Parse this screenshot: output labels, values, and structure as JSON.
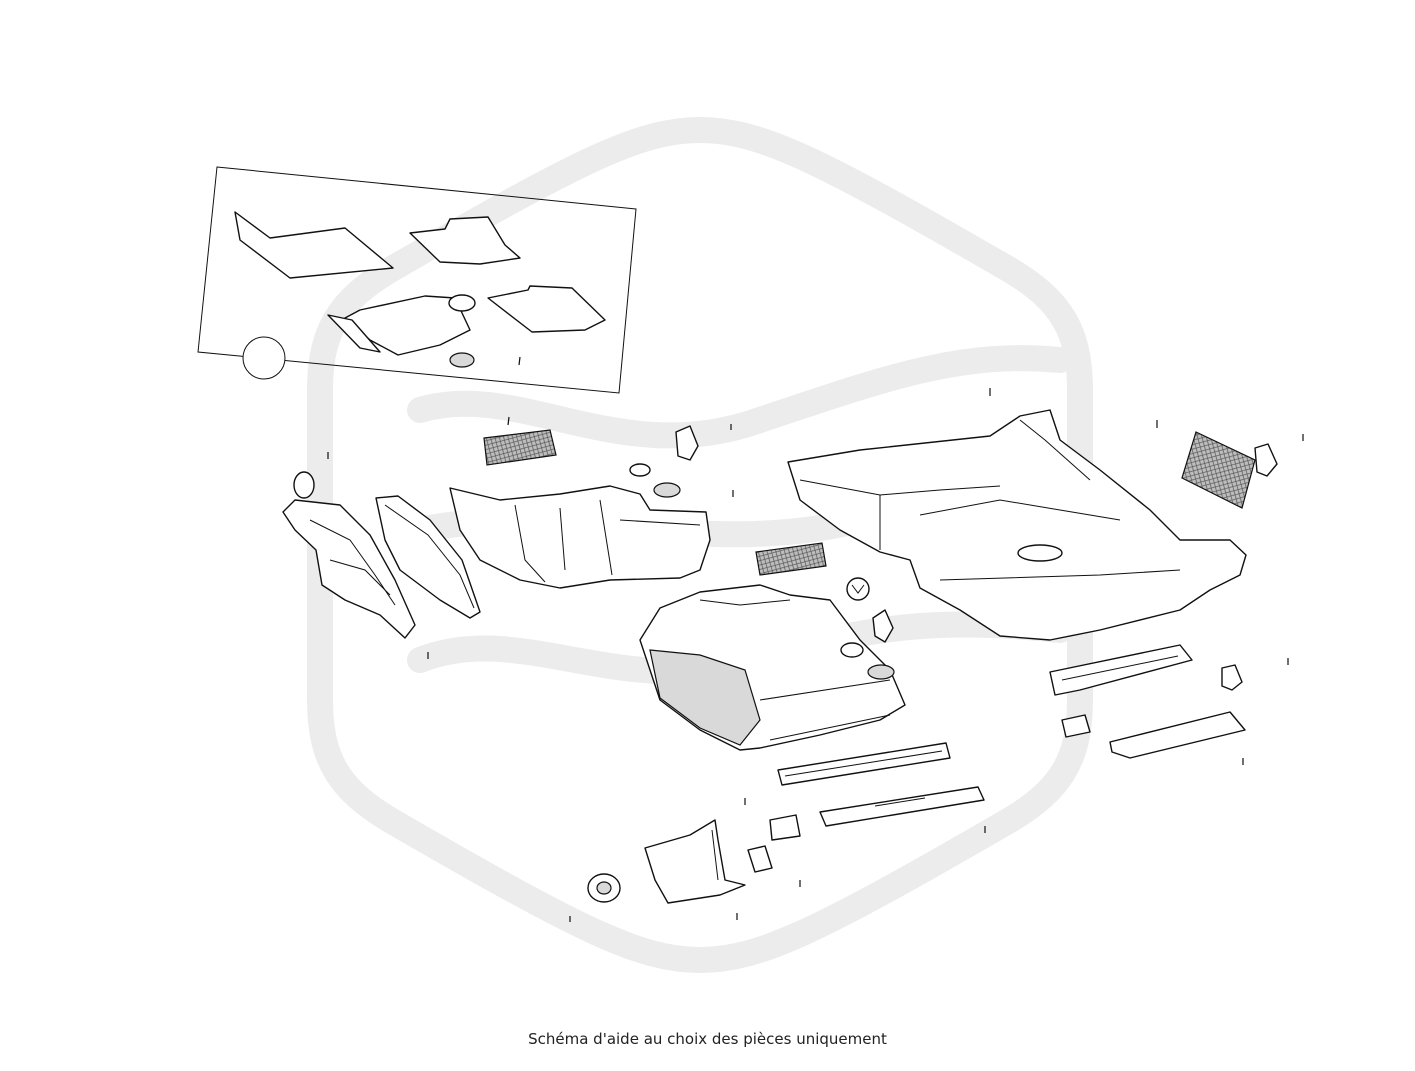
{
  "caption": "Schéma d'aide au choix des pièces uniquement",
  "watermark": {
    "color": "#ececec",
    "shape": "rounded-hexagon-logo"
  },
  "diagram": {
    "style": "exploded-line-drawing",
    "line_color": "#111111",
    "parts": [
      "floor-mat-set",
      "mesh-filter-left",
      "clip-left",
      "retainer-left",
      "firewall-insulation",
      "dash-insulation-panel",
      "front-carpet-tunnel",
      "clip-center",
      "retainer-center",
      "mesh-filter-center",
      "logo-badge",
      "front-floor-carpet",
      "clip-front",
      "retainer-front",
      "rear-floor-carpet",
      "mesh-filter-right",
      "clip-right",
      "rear-sill-trim",
      "rear-sill-clip",
      "rear-sill-bracket",
      "rear-sill-plate",
      "front-sill-trim",
      "front-sill-bracket",
      "front-sill-plate",
      "kick-panel",
      "kick-panel-clip",
      "grommet"
    ]
  }
}
